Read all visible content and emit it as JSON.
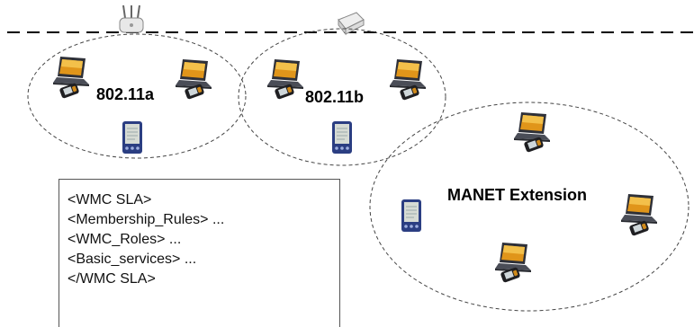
{
  "cells": [
    {
      "id": "a",
      "label": "802.11a"
    },
    {
      "id": "b",
      "label": "802.11b"
    },
    {
      "id": "manet",
      "label": "MANET Extension"
    }
  ],
  "sla_lines": [
    "<WMC SLA>",
    "<Membership_Rules> ...",
    "<WMC_Roles> ...",
    "<Basic_services> ...",
    "</WMC SLA>"
  ],
  "icons": {
    "access_point": "wireless-router-icon",
    "laptop": "laptop-icon",
    "phone": "cellphone-icon",
    "pda": "pda-icon"
  },
  "colors": {
    "laptop_body": "#3a3c44",
    "laptop_screen": "#e0951a",
    "pda_body": "#2b3e82",
    "pda_screen": "#d6dbd4",
    "outline": "#444444"
  }
}
